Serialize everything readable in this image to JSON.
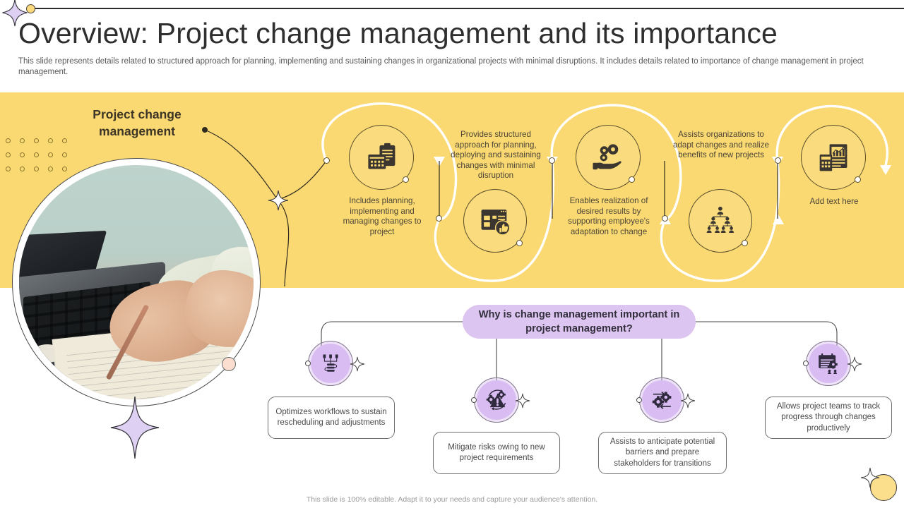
{
  "header": {
    "title": "Overview: Project change management and its importance",
    "subtitle": "This slide represents details related to structured approach for planning, implementing and sustaining changes in organizational projects with minimal disruptions. It includes details related to importance of change management in project management."
  },
  "band": {
    "label": "Project change management",
    "steps": [
      {
        "id": "step-1",
        "text": "Includes planning, implementing and managing changes to project",
        "icon": "clipboard-calendar-icon"
      },
      {
        "id": "step-2",
        "text": "Provides structured approach for planning, deploying and sustaining changes with minimal disruption",
        "icon": "dashboard-approve-icon"
      },
      {
        "id": "step-3",
        "text": "Enables realization of desired results by supporting employee's adaptation to change",
        "icon": "hand-gears-people-icon"
      },
      {
        "id": "step-4",
        "text": "Assists organizations to adapt changes and realize benefits of new projects",
        "icon": "org-hierarchy-icon"
      },
      {
        "id": "step-5",
        "text": "Add text here",
        "icon": "report-chart-calculator-icon"
      }
    ]
  },
  "bottom": {
    "question": "Why is change management important in project management?",
    "items": [
      {
        "id": "benefit-1",
        "text": "Optimizes workflows to sustain rescheduling and adjustments",
        "icon": "workflow-nodes-icon"
      },
      {
        "id": "benefit-2",
        "text": "Mitigate risks owing to new project requirements",
        "icon": "risk-warning-gear-icon"
      },
      {
        "id": "benefit-3",
        "text": "Assists to anticipate potential barriers and prepare stakeholders for transitions",
        "icon": "gears-exchange-icon"
      },
      {
        "id": "benefit-4",
        "text": "Allows project teams to track progress through changes productively",
        "icon": "progress-tracking-icon"
      }
    ]
  },
  "footer": {
    "note": "This slide is 100% editable. Adapt it to your needs and capture your audience's attention."
  },
  "colors": {
    "band_yellow": "#FAD972",
    "accent_purple": "#DCC5F0",
    "node_purple": "#D9BDF2",
    "dark_text": "#2E2E2E",
    "muted_text": "#58585A"
  }
}
